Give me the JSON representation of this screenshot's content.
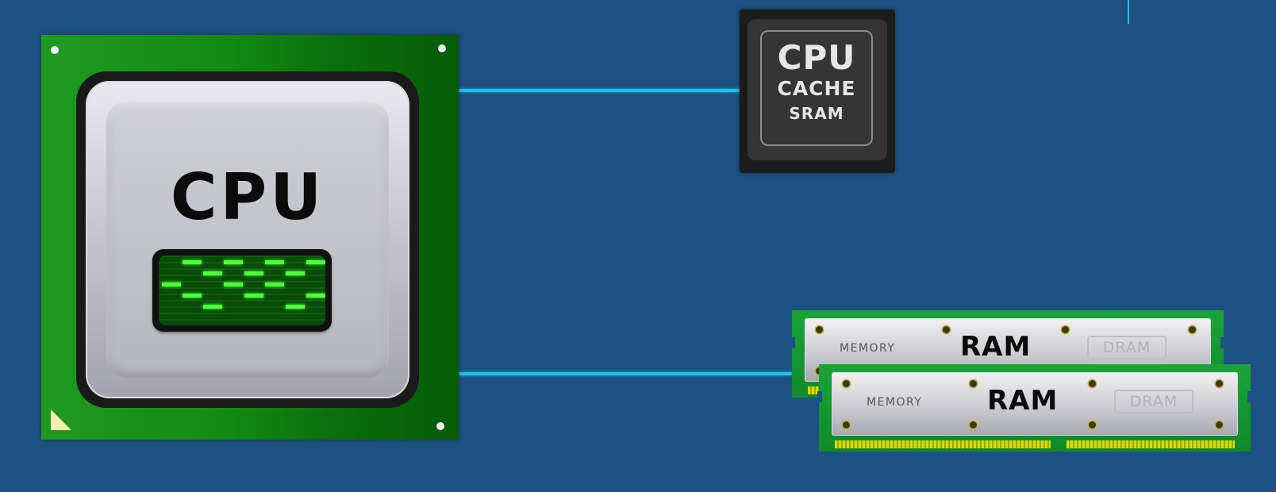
{
  "cpu": {
    "label": "CPU"
  },
  "cache": {
    "line1": "CPU",
    "line2": "CACHE",
    "line3": "SRAM"
  },
  "ram_modules": [
    {
      "memory_label": "MEMORY",
      "ram_label": "RAM",
      "type_label": "DRAM"
    },
    {
      "memory_label": "MEMORY",
      "ram_label": "RAM",
      "type_label": "DRAM"
    }
  ],
  "colors": {
    "background": "#1d5181",
    "wire": "#21bff0",
    "board_green": "#138a14",
    "led_green": "#4dff3a"
  }
}
